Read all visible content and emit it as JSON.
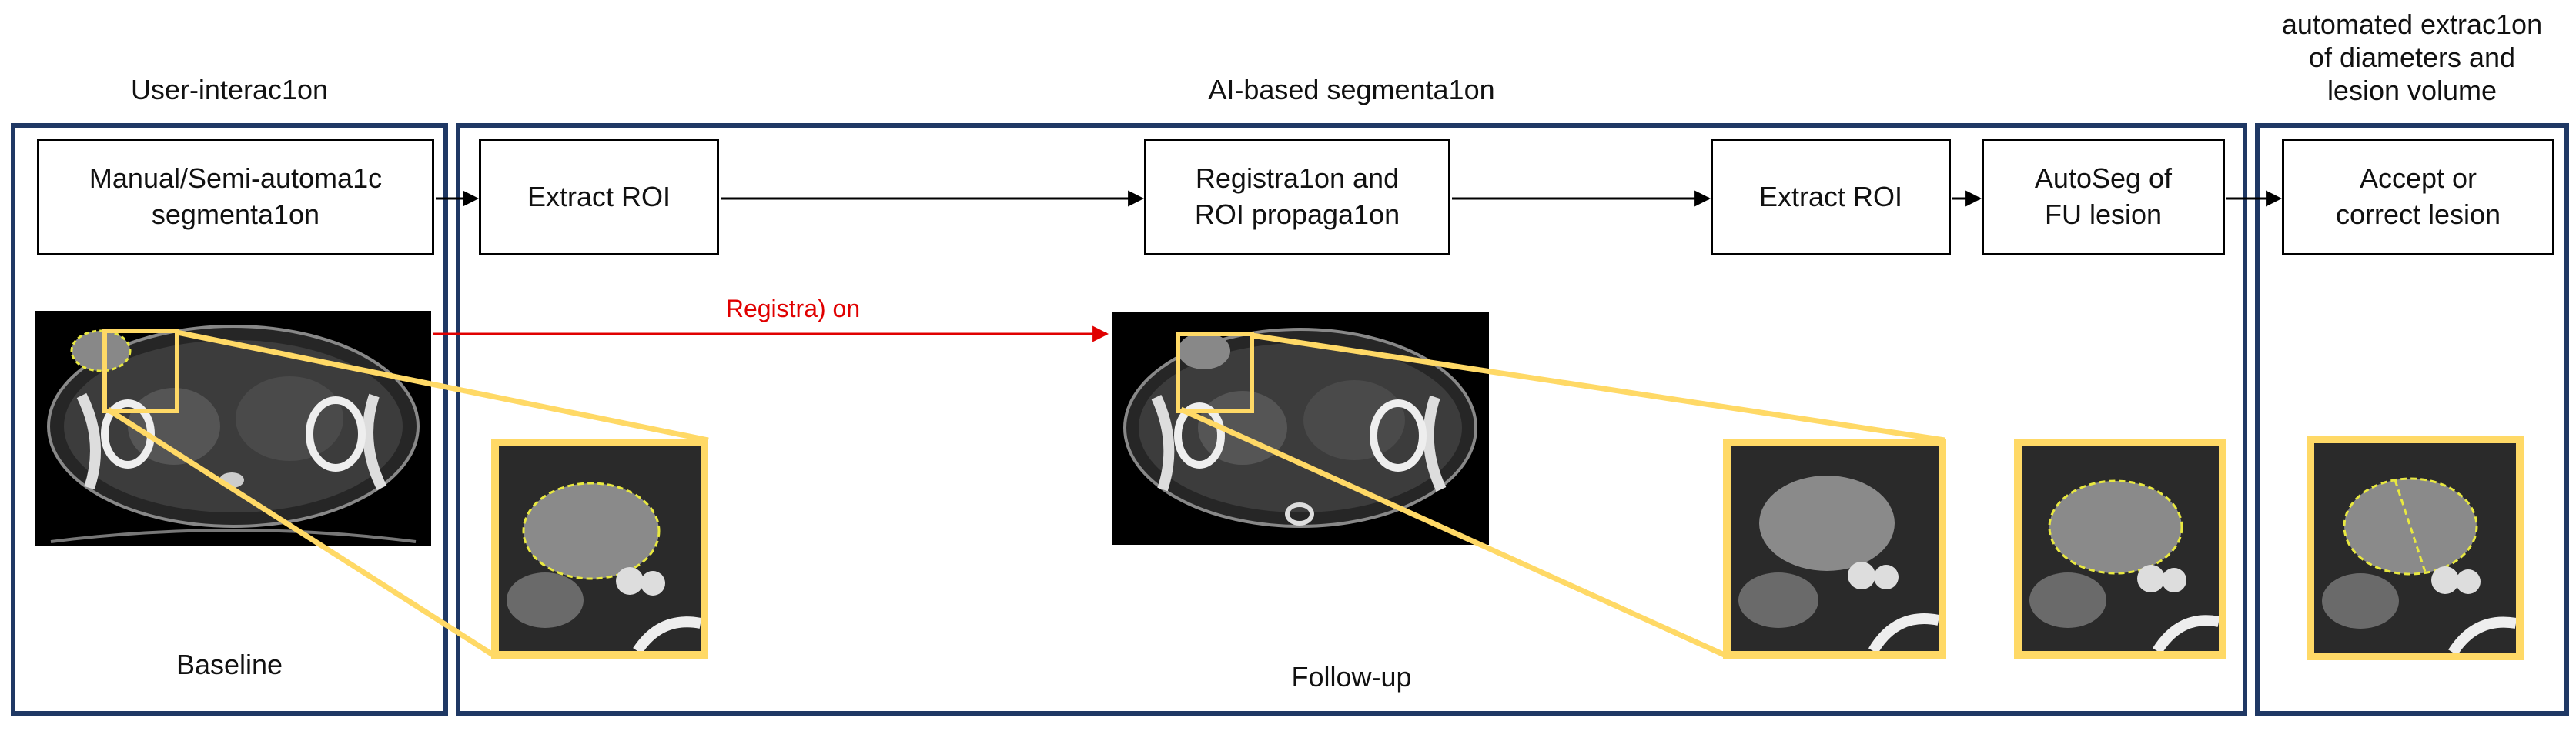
{
  "headers": {
    "user": "User-interac1on",
    "ai": "AI-based segmenta1on",
    "auto": "automated extrac1on\nof diameters and\nlesion volume"
  },
  "steps": {
    "manual": "Manual/Semi-automa1c\nsegmenta1on",
    "extract1": "Extract ROI",
    "registration": "Registra1on and\nROI propaga1on",
    "extract2": "Extract ROI",
    "autoseg": "AutoSeg of\nFU lesion",
    "accept": "Accept or\ncorrect lesion"
  },
  "registration_label": "Registra) on",
  "baseline_label": "Baseline",
  "followup_label": "Follow-up",
  "colors": {
    "panel_border": "#1f3864",
    "zoom_border": "#ffd966",
    "registration_arrow": "#e00000",
    "contour": "#e8e840"
  }
}
